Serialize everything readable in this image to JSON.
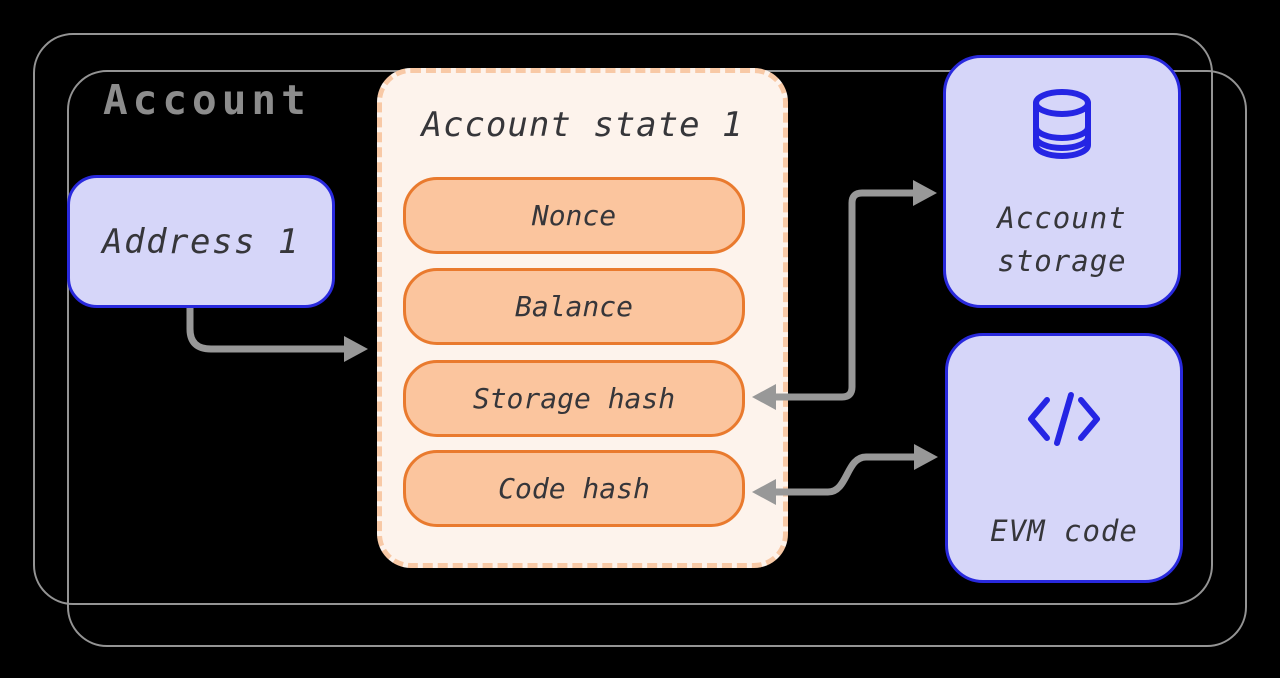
{
  "diagram": {
    "title": "Account",
    "address": {
      "label": "Address 1"
    },
    "state_panel": {
      "title": "Account state 1",
      "fields": [
        "Nonce",
        "Balance",
        "Storage hash",
        "Code hash"
      ]
    },
    "storage": {
      "label": "Account storage",
      "icon": "database-icon"
    },
    "code": {
      "label": "EVM code",
      "icon": "code-icon"
    },
    "connectors": [
      {
        "name": "arrow-address-to-state",
        "from": "Address 1",
        "to": "Account state 1",
        "heads": [
          "end"
        ]
      },
      {
        "name": "arrow-storage-hash-account-storage",
        "from": "Storage hash",
        "to": "Account storage",
        "heads": [
          "start",
          "end"
        ]
      },
      {
        "name": "arrow-code-hash-evm-code",
        "from": "Code hash",
        "to": "EVM code",
        "heads": [
          "start",
          "end"
        ]
      }
    ],
    "colors": {
      "background": "#000000",
      "container_border": "#949494",
      "title_gray": "#8c8c8c",
      "node_fill": "#d6d6f9",
      "node_border": "#2929dd",
      "icon_blue": "#2525e4",
      "panel_fill": "#fdf3ec",
      "panel_dash": "#f8c9a6",
      "pill_fill": "#fbc59e",
      "pill_border": "#e97a2e",
      "text_dark": "#36363a",
      "arrow_gray": "#989898"
    }
  }
}
